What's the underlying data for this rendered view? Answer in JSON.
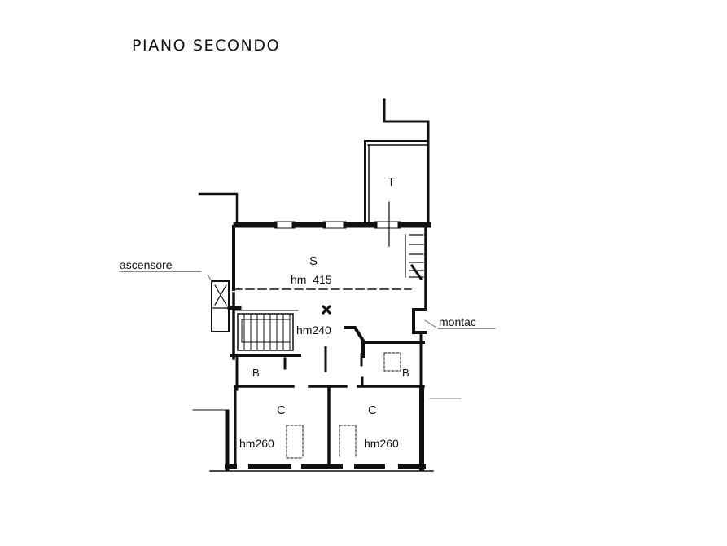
{
  "title": "PIANO SECONDO",
  "rooms": [
    {
      "id": "T",
      "label": "T"
    },
    {
      "id": "S",
      "label": "S",
      "height_label": "hm  415"
    },
    {
      "id": "landing",
      "height_label": "hm240"
    },
    {
      "id": "B1",
      "label": "B"
    },
    {
      "id": "B2",
      "label": "B"
    },
    {
      "id": "C1",
      "label": "C",
      "height_label": "hm260"
    },
    {
      "id": "C2",
      "label": "C",
      "height_label": "hm260"
    }
  ],
  "annotations": {
    "elevator": "ascensore",
    "dumbwaiter": "montac"
  },
  "colors": {
    "wall": "#111111",
    "background": "#ffffff"
  }
}
